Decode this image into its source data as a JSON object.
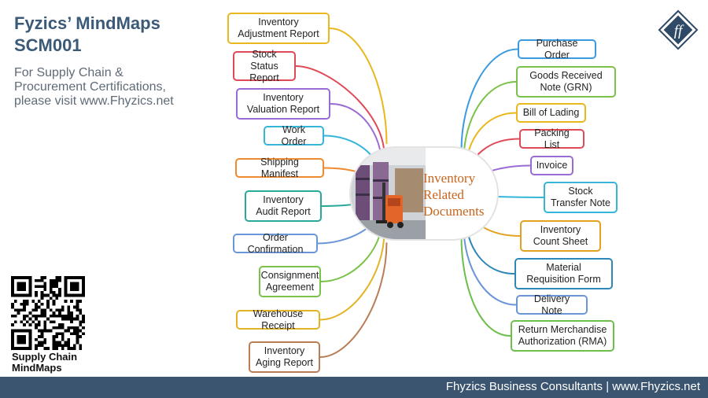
{
  "header": {
    "title_line1": "Fyzics’ MindMaps",
    "title_line2": "SCM001",
    "promo_lines": [
      "For Supply Chain &",
      "Procurement Certifications,",
      "please visit www.Fhyzics.net"
    ]
  },
  "logo": {
    "icon": "fyzics-diamond-logo-icon",
    "color": "#2f4a66"
  },
  "qr": {
    "icon": "qr-code-icon",
    "caption_lines": [
      "Supply Chain",
      "MindMaps"
    ]
  },
  "center": {
    "label_lines": [
      "Inventory",
      "Related",
      "Documents"
    ],
    "image": "forklift-warehouse-photo",
    "label_color": "#c8641c"
  },
  "left_nodes": [
    {
      "label": "Inventory Adjustment Report",
      "color": "#e8b81e"
    },
    {
      "label": "Stock Status Report",
      "color": "#e04a57"
    },
    {
      "label": "Inventory Valuation Report",
      "color": "#9b6bd4"
    },
    {
      "label": "Work Order",
      "color": "#35b5d8"
    },
    {
      "label": "Shipping Manifest",
      "color": "#ee8a30"
    },
    {
      "label": "Inventory Audit Report",
      "color": "#2aa89a"
    },
    {
      "label": "Order Confirmation",
      "color": "#6a96d8"
    },
    {
      "label": "Consignment Agreement",
      "color": "#7cc24a"
    },
    {
      "label": "Warehouse Receipt",
      "color": "#e2b325"
    },
    {
      "label": "Inventory Aging Report",
      "color": "#b97d55"
    }
  ],
  "right_nodes": [
    {
      "label": "Purchase Order",
      "color": "#3c9be0"
    },
    {
      "label": "Goods Received Note (GRN)",
      "color": "#7cc24a"
    },
    {
      "label": "Bill of Lading",
      "color": "#e8b81e"
    },
    {
      "label": "Packing List",
      "color": "#e04a57"
    },
    {
      "label": "Invoice",
      "color": "#9b6bd4"
    },
    {
      "label": "Stock Transfer Note",
      "color": "#35b5d8"
    },
    {
      "label": "Inventory Count Sheet",
      "color": "#e2a11e"
    },
    {
      "label": "Material Requisition Form",
      "color": "#2f86b8"
    },
    {
      "label": "Delivery Note",
      "color": "#6a96d8"
    },
    {
      "label": "Return Merchandise Authorization (RMA)",
      "color": "#6cbf4a"
    }
  ],
  "footer": {
    "text": "Fhyzics Business Consultants  |  www.Fhyzics.net"
  }
}
